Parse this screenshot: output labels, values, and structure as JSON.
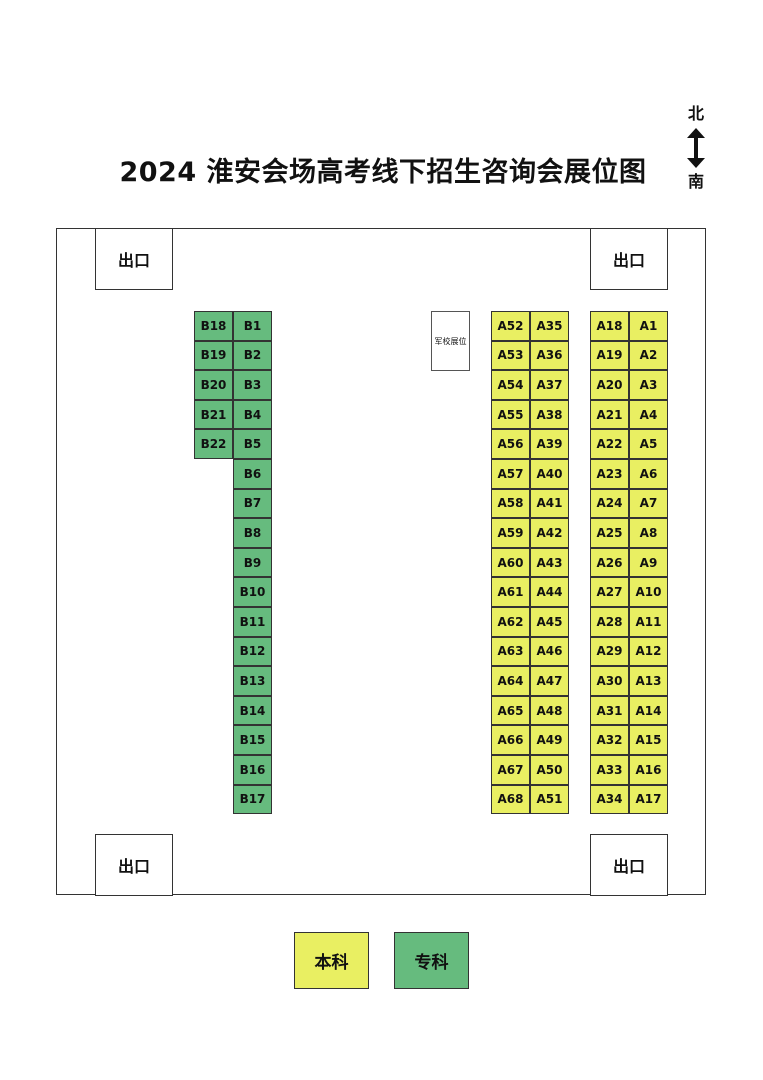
{
  "title": "2024 淮安会场高考线下招生咨询会展位图",
  "compass": {
    "north": "北",
    "south": "南"
  },
  "exits": [
    "出口",
    "出口",
    "出口",
    "出口"
  ],
  "military_booth": "军校展位",
  "legend": {
    "undergrad": "本科",
    "vocational": "专科"
  },
  "colors": {
    "undergrad": "#e9ef62",
    "vocational": "#66bb7e",
    "border": "#333333"
  },
  "booths": {
    "b_left_col": [
      "B18",
      "B19",
      "B20",
      "B21",
      "B22"
    ],
    "b_right_col": [
      "B1",
      "B2",
      "B3",
      "B4",
      "B5",
      "B6",
      "B7",
      "B8",
      "B9",
      "B10",
      "B11",
      "B12",
      "B13",
      "B14",
      "B15",
      "B16",
      "B17"
    ],
    "a_col1": [
      "A52",
      "A53",
      "A54",
      "A55",
      "A56",
      "A57",
      "A58",
      "A59",
      "A60",
      "A61",
      "A62",
      "A63",
      "A64",
      "A65",
      "A66",
      "A67",
      "A68"
    ],
    "a_col2": [
      "A35",
      "A36",
      "A37",
      "A38",
      "A39",
      "A40",
      "A41",
      "A42",
      "A43",
      "A44",
      "A45",
      "A46",
      "A47",
      "A48",
      "A49",
      "A50",
      "A51"
    ],
    "a_col3": [
      "A18",
      "A19",
      "A20",
      "A21",
      "A22",
      "A23",
      "A24",
      "A25",
      "A26",
      "A27",
      "A28",
      "A29",
      "A30",
      "A31",
      "A32",
      "A33",
      "A34"
    ],
    "a_col4": [
      "A1",
      "A2",
      "A3",
      "A4",
      "A5",
      "A6",
      "A7",
      "A8",
      "A9",
      "A10",
      "A11",
      "A12",
      "A13",
      "A14",
      "A15",
      "A16",
      "A17"
    ]
  }
}
